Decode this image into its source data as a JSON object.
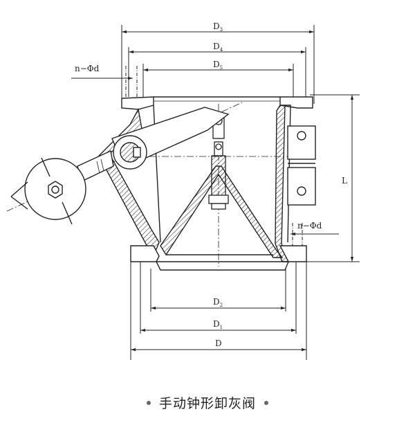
{
  "dimensions": {
    "d3": {
      "main": "D",
      "sub": "3"
    },
    "d4": {
      "main": "D",
      "sub": "4"
    },
    "d5": {
      "main": "D",
      "sub": "5"
    },
    "d2": {
      "main": "D",
      "sub": "2"
    },
    "d1": {
      "main": "D",
      "sub": "1"
    },
    "d": {
      "main": "D"
    },
    "length": "L",
    "bolt_top": "n−Φd",
    "bolt_right": "n−Φd"
  },
  "caption": {
    "text": "手动钟形卸灰阀"
  },
  "colors": {
    "line": "#222222",
    "bullet": "#666666"
  }
}
